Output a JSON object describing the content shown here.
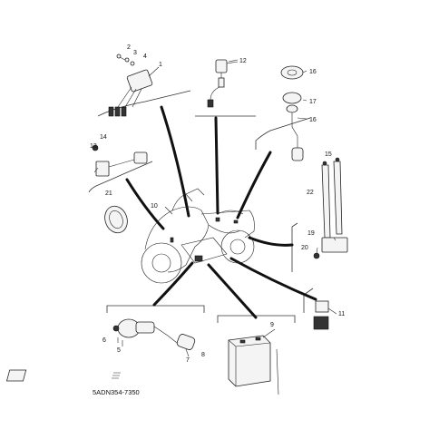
{
  "diagram_code": "5ADN354-7350",
  "callouts": [
    "1",
    "2",
    "3",
    "4",
    "5",
    "6",
    "7",
    "8",
    "9",
    "10",
    "11",
    "12",
    "13",
    "14",
    "15",
    "16",
    "17",
    "16",
    "19",
    "20",
    "21",
    "22"
  ]
}
